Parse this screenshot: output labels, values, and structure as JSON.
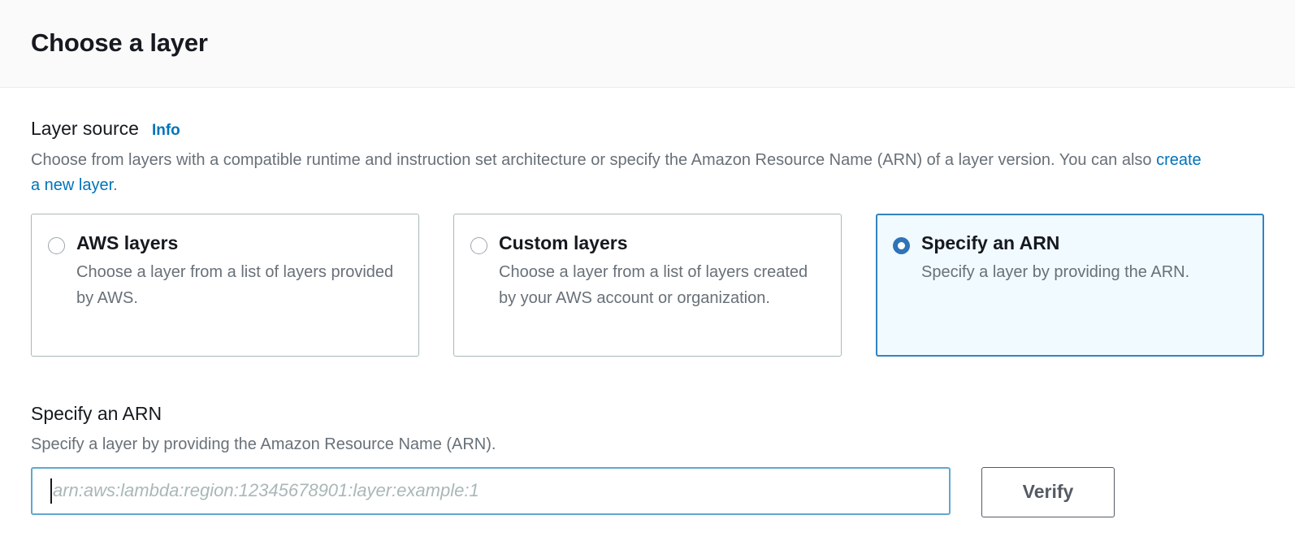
{
  "header": {
    "title": "Choose a layer"
  },
  "layer_source": {
    "label": "Layer source",
    "info_link": "Info",
    "description_part1": "Choose from layers with a compatible runtime and instruction set architecture or specify the Amazon Resource Name (ARN) of a layer version. You can also ",
    "description_link": "create a new layer",
    "description_part2": ".",
    "options": [
      {
        "title": "AWS layers",
        "description": "Choose a layer from a list of layers provided by AWS.",
        "selected": false
      },
      {
        "title": "Custom layers",
        "description": "Choose a layer from a list of layers created by your AWS account or organization.",
        "selected": false
      },
      {
        "title": "Specify an ARN",
        "description": "Specify a layer by providing the ARN.",
        "selected": true
      }
    ]
  },
  "arn_section": {
    "title": "Specify an ARN",
    "description": "Specify a layer by providing the Amazon Resource Name (ARN).",
    "input_value": "",
    "input_placeholder": "arn:aws:lambda:region:12345678901:layer:example:1",
    "verify_label": "Verify"
  },
  "colors": {
    "accent_blue": "#0073bb",
    "selected_border": "#3184c2",
    "selected_background": "#f1faff",
    "radio_selected": "#2f73b8",
    "focus_border": "#60a8ce",
    "text_primary": "#16191f",
    "text_secondary": "#687078",
    "header_background": "#fafafa",
    "card_border": "#aab7b8",
    "button_border": "#545b64"
  }
}
